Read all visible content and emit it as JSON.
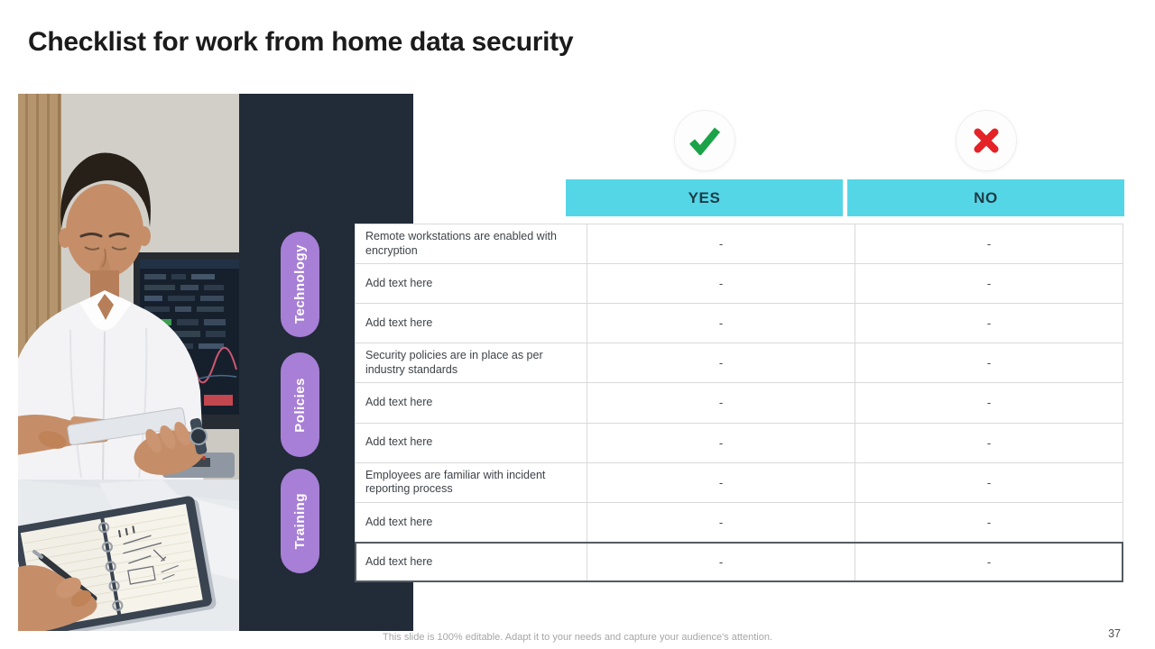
{
  "slide": {
    "title": "Checklist for work from home data security",
    "footer": "This slide is 100% editable.  Adapt it to your needs and capture your audience's attention.",
    "page_number": "37"
  },
  "colors": {
    "accent_cyan": "#55d6e6",
    "accent_purple": "#a77fd6",
    "panel_dark": "#222b38",
    "check_green": "#1ca349",
    "cross_red": "#e32328"
  },
  "categories": [
    {
      "label": "Technology"
    },
    {
      "label": "Policies"
    },
    {
      "label": "Training"
    }
  ],
  "table": {
    "col_yes": "YES",
    "col_no": "NO",
    "rows": [
      {
        "label": "Remote workstations are enabled with encryption",
        "yes": "-",
        "no": "-"
      },
      {
        "label": "Add text here",
        "yes": "-",
        "no": "-"
      },
      {
        "label": "Add text here",
        "yes": "-",
        "no": "-"
      },
      {
        "label": "Security policies are in place as per industry standards",
        "yes": "-",
        "no": "-"
      },
      {
        "label": "Add text here",
        "yes": "-",
        "no": "-"
      },
      {
        "label": "Add text here",
        "yes": "-",
        "no": "-"
      },
      {
        "label": "Employees are familiar with incident reporting process",
        "yes": "-",
        "no": "-"
      },
      {
        "label": "Add text here",
        "yes": "-",
        "no": "-"
      },
      {
        "label": "Add text here",
        "yes": "-",
        "no": "-"
      }
    ]
  }
}
